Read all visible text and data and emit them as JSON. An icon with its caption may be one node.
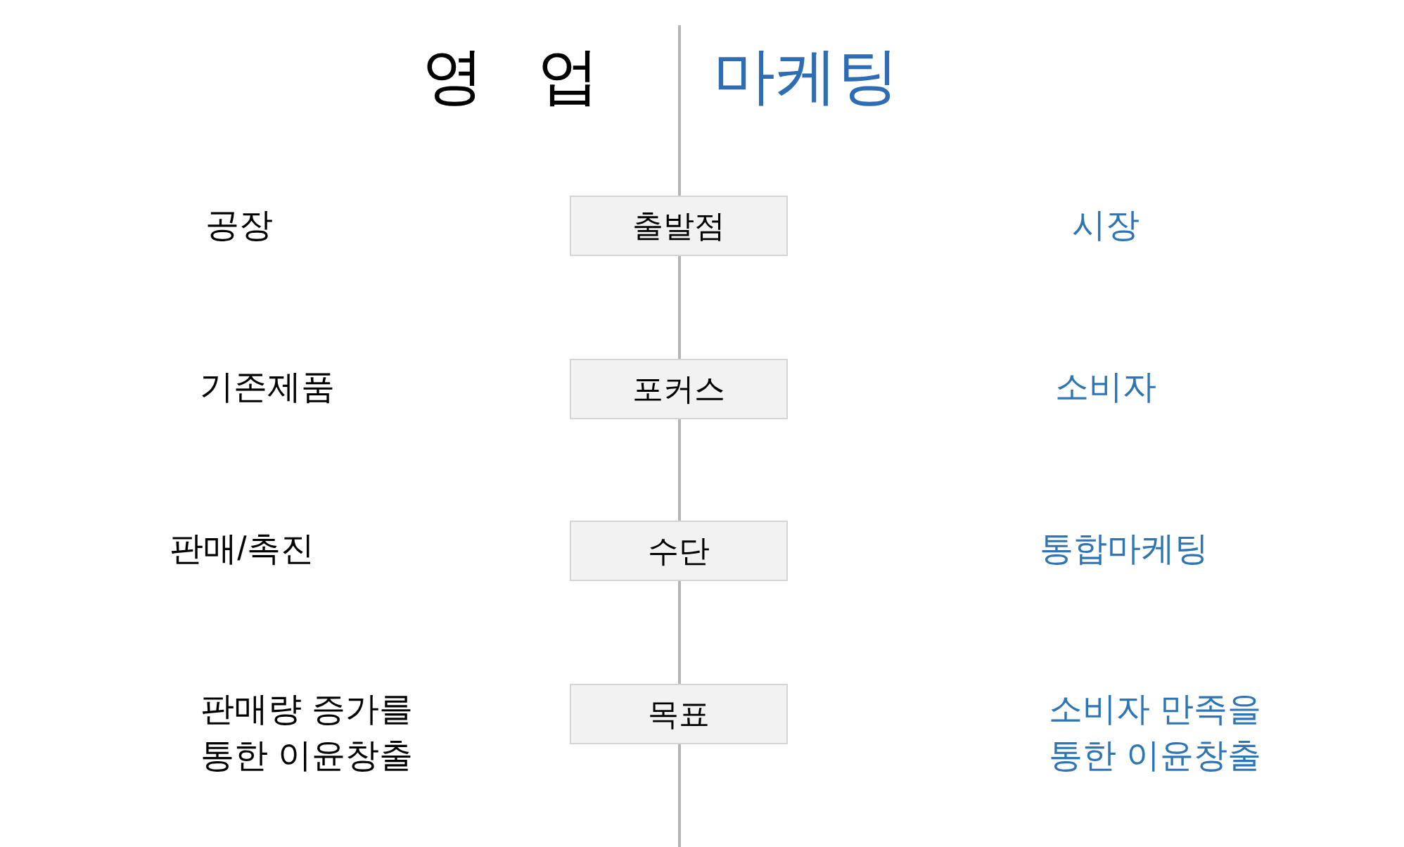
{
  "diagram": {
    "nodes": [
      {
        "text": [
          "출발점"
        ]
      },
      {
        "text": [
          "포커스"
        ]
      },
      {
        "text": [
          "수단"
        ]
      },
      {
        "text": [
          "목표"
        ]
      }
    ],
    "labels": [
      "영 업",
      "마케팅",
      "공장",
      "시장",
      "기존제품",
      "소비자",
      "판매/촉진",
      "통합마케팅",
      "판매량 증가를 통한 이윤창출",
      "소비자 만족을 통한 이윤창출"
    ]
  }
}
